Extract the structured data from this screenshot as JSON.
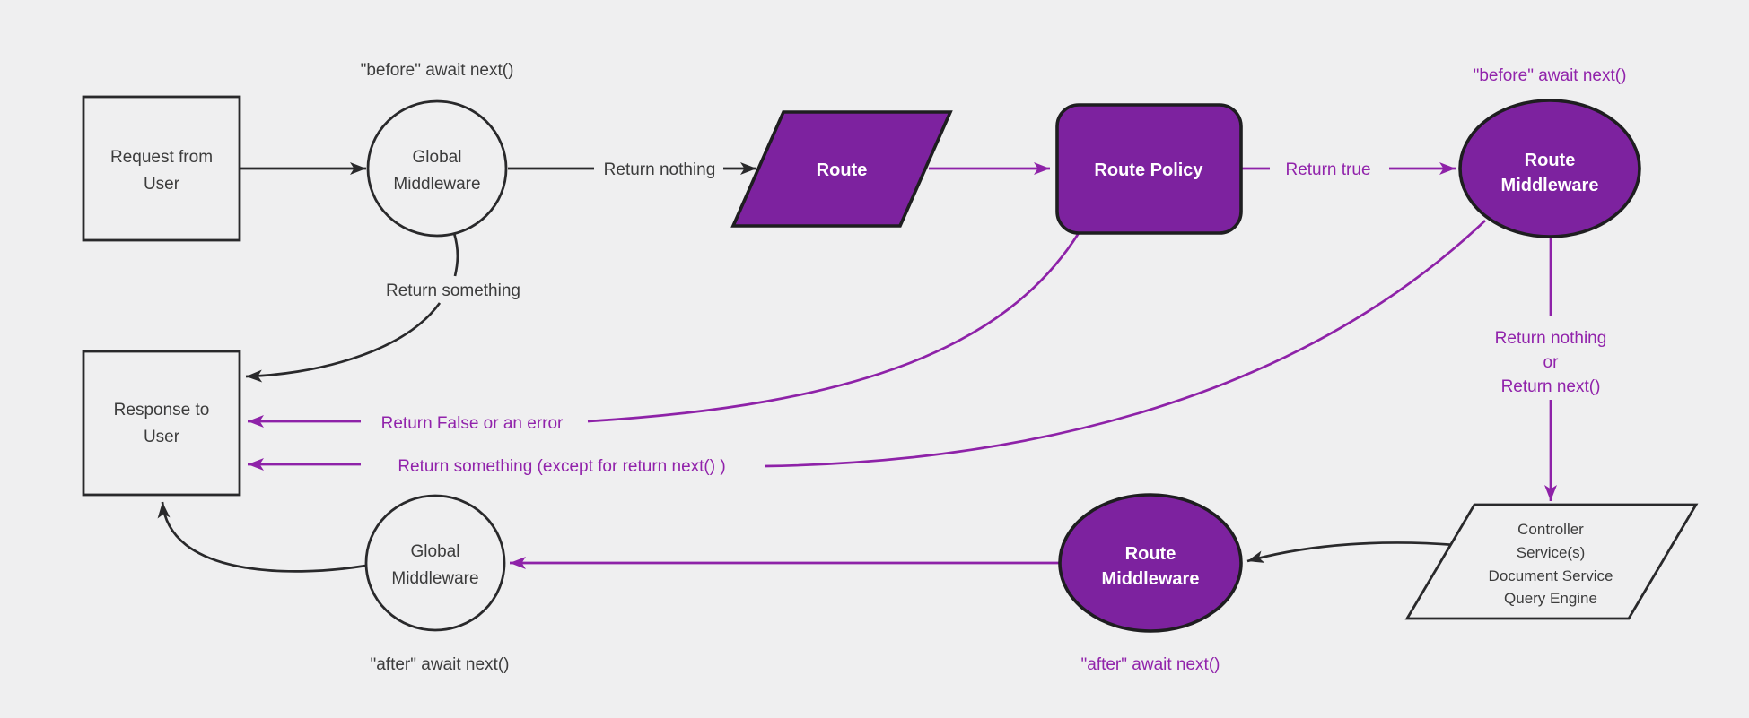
{
  "diagram_type": "flowchart",
  "colors": {
    "background": "#efeff0",
    "purple_node_fill": "#7d229f",
    "purple_line": "#8e22a8",
    "purple_label_text": "#9123ab",
    "dark_line": "#29292b",
    "dark_text": "#3c3c3c",
    "node_text_on_purple": "#ffffff"
  },
  "nodes": {
    "request_from_user": {
      "line1": "Request from",
      "line2": "User"
    },
    "global_middleware_top": {
      "line1": "Global",
      "line2": "Middleware"
    },
    "route": {
      "label": "Route"
    },
    "route_policy": {
      "label": "Route Policy"
    },
    "route_middleware_top": {
      "line1": "Route",
      "line2": "Middleware"
    },
    "controller_services": {
      "line1": "Controller",
      "line2": "Service(s)",
      "line3": "Document Service",
      "line4": "Query Engine"
    },
    "route_middleware_bottom": {
      "line1": "Route",
      "line2": "Middleware"
    },
    "global_middleware_bottom": {
      "line1": "Global",
      "line2": "Middleware"
    },
    "response_to_user": {
      "line1": "Response to",
      "line2": "User"
    }
  },
  "labels": {
    "before_await_global": "\"before\" await next()",
    "before_await_route": "\"before\" await next()",
    "return_nothing": "Return nothing",
    "return_true": "Return true",
    "return_something": "Return something",
    "return_nothing_or_line1": "Return nothing",
    "return_nothing_or_line2": "or",
    "return_nothing_or_line3": "Return next()",
    "return_false_or_error": "Return False or an error",
    "return_something_except": "Return something (except for return next() )",
    "after_await_route": "\"after\" await next()",
    "after_await_global": "\"after\" await next()"
  }
}
